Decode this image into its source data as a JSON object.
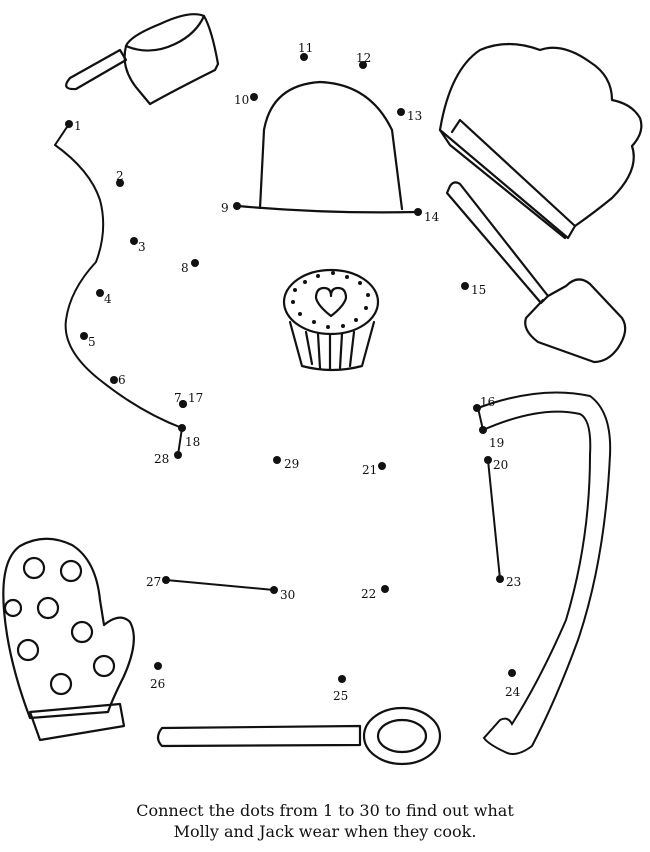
{
  "caption": {
    "line1": "Connect the dots from 1 to 30 to find out what",
    "line2": "Molly and Jack wear when they cook."
  },
  "dots": [
    {
      "label": "1"
    },
    {
      "label": "2"
    },
    {
      "label": "3"
    },
    {
      "label": "4"
    },
    {
      "label": "5"
    },
    {
      "label": "6"
    },
    {
      "label": "7"
    },
    {
      "label": "8"
    },
    {
      "label": "9"
    },
    {
      "label": "10"
    },
    {
      "label": "11"
    },
    {
      "label": "12"
    },
    {
      "label": "13"
    },
    {
      "label": "14"
    },
    {
      "label": "15"
    },
    {
      "label": "16"
    },
    {
      "label": "17"
    },
    {
      "label": "18"
    },
    {
      "label": "19"
    },
    {
      "label": "20"
    },
    {
      "label": "21"
    },
    {
      "label": "22"
    },
    {
      "label": "23"
    },
    {
      "label": "24"
    },
    {
      "label": "25"
    },
    {
      "label": "26"
    },
    {
      "label": "27"
    },
    {
      "label": "28"
    },
    {
      "label": "29"
    },
    {
      "label": "30"
    }
  ],
  "drawings": [
    "saucepan-icon",
    "chef-hat-icon",
    "oven-mitt-icon",
    "spatula-icon",
    "cupcake-icon",
    "polka-dot-mitt-icon",
    "wooden-spoon-icon"
  ]
}
